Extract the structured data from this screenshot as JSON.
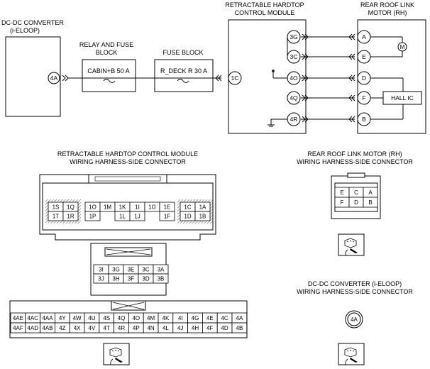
{
  "circuit": {
    "dcdc": {
      "title_line1": "DC-DC CONVERTER",
      "title_line2": "(i-ELOOP)",
      "terminal": "4A"
    },
    "relay_block": {
      "title_line1": "RELAY AND FUSE",
      "title_line2": "BLOCK",
      "fuse": "CABIN+B 50 A"
    },
    "fuse_block": {
      "title": "FUSE BLOCK",
      "fuse": "R_DECK R 30 A"
    },
    "module": {
      "title_line1": "RETRACTABLE HARDTOP",
      "title_line2": "CONTROL MODULE",
      "input_terminal": "1C",
      "terminals": [
        "3G",
        "3C",
        "4O",
        "4Q",
        "4R"
      ]
    },
    "motor": {
      "title_line1": "REAR ROOF LINK",
      "title_line2": "MOTOR (RH)",
      "terminals": [
        "A",
        "E",
        "D",
        "F",
        "B"
      ],
      "motor_symbol": "M",
      "hall": "HALL IC"
    }
  },
  "connectors": {
    "module_connector": {
      "title_line1": "RETRACTABLE HARDTOP CONTROL MODULE",
      "title_line2": "WIRING HARNESS-SIDE CONNECTOR",
      "c1_left": [
        [
          "1S",
          "1Q"
        ],
        [
          "1T",
          "1R"
        ]
      ],
      "c1_mid_top": [
        "1O",
        "1M",
        "1K",
        "1I",
        "1G",
        "1E"
      ],
      "c1_mid_bottom": [
        "1P",
        "1L",
        "1J",
        "1F"
      ],
      "c1_right": [
        [
          "1C",
          "1A"
        ],
        [
          "1D",
          "1B"
        ]
      ],
      "c3_top": [
        "3I",
        "3G",
        "3E",
        "3C",
        "3A"
      ],
      "c3_bottom": [
        "3J",
        "3H",
        "3F",
        "3D",
        "3B"
      ],
      "c4_top": [
        "4AE",
        "4AC",
        "4AA",
        "4Y",
        "4W",
        "4U",
        "4S",
        "4Q",
        "4O",
        "4M",
        "4K",
        "4I",
        "4G",
        "4E",
        "4C",
        "4A"
      ],
      "c4_bottom": [
        "4AF",
        "4AD",
        "4AB",
        "4Z",
        "4X",
        "4V",
        "4T",
        "4R",
        "4P",
        "4N",
        "4L",
        "4J",
        "4H",
        "4F",
        "4D",
        "4B"
      ]
    },
    "motor_connector": {
      "title_line1": "REAR ROOF LINK MOTOR (RH)",
      "title_line2": "WIRING HARNESS-SIDE CONNECTOR",
      "top": [
        "E",
        "C",
        "A"
      ],
      "bottom": [
        "F",
        "D",
        "B"
      ]
    },
    "dcdc_connector": {
      "title_line1": "DC-DC CONVERTER (i-ELOOP)",
      "title_line2": "WIRING HARNESS-SIDE CONNECTOR",
      "pin": "4A"
    },
    "plug_icon": "connector-plug-icon"
  }
}
